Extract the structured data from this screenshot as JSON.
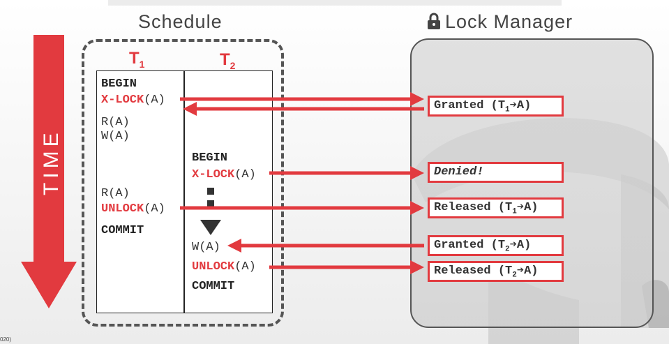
{
  "titles": {
    "schedule": "Schedule",
    "lock_manager": "Lock Manager"
  },
  "time_label": "TIME",
  "transactions": {
    "t1": {
      "name": "T",
      "sub": "1"
    },
    "t2": {
      "name": "T",
      "sub": "2"
    }
  },
  "t1_ops": {
    "begin": "BEGIN",
    "xlock_kw": "X-LOCK",
    "xlock_arg": "(A)",
    "read1": "R(A)",
    "write1": "W(A)",
    "read2": "R(A)",
    "unlock_kw": "UNLOCK",
    "unlock_arg": "(A)",
    "commit": "COMMIT"
  },
  "t2_ops": {
    "begin": "BEGIN",
    "xlock_kw": "X-LOCK",
    "xlock_arg": "(A)",
    "write": "W(A)",
    "unlock_kw": "UNLOCK",
    "unlock_arg": "(A)",
    "commit": "COMMIT"
  },
  "lock_responses": {
    "granted1": {
      "prefix": "Granted (T",
      "sub": "1",
      "suffix": "➔A)"
    },
    "denied": {
      "text": "Denied!"
    },
    "released1": {
      "prefix": "Released (T",
      "sub": "1",
      "suffix": "➔A)"
    },
    "granted2": {
      "prefix": "Granted (T",
      "sub": "2",
      "suffix": "➔A)"
    },
    "released2": {
      "prefix": "Released (T",
      "sub": "2",
      "suffix": "➔A)"
    }
  },
  "footer": "020)",
  "colors": {
    "accent_red": "#e23a3f",
    "dashed_border": "#555555",
    "panel_gray": "#cfcfcf",
    "text_dark": "#333333"
  },
  "icons": {
    "lock_manager": "padlock-icon"
  }
}
